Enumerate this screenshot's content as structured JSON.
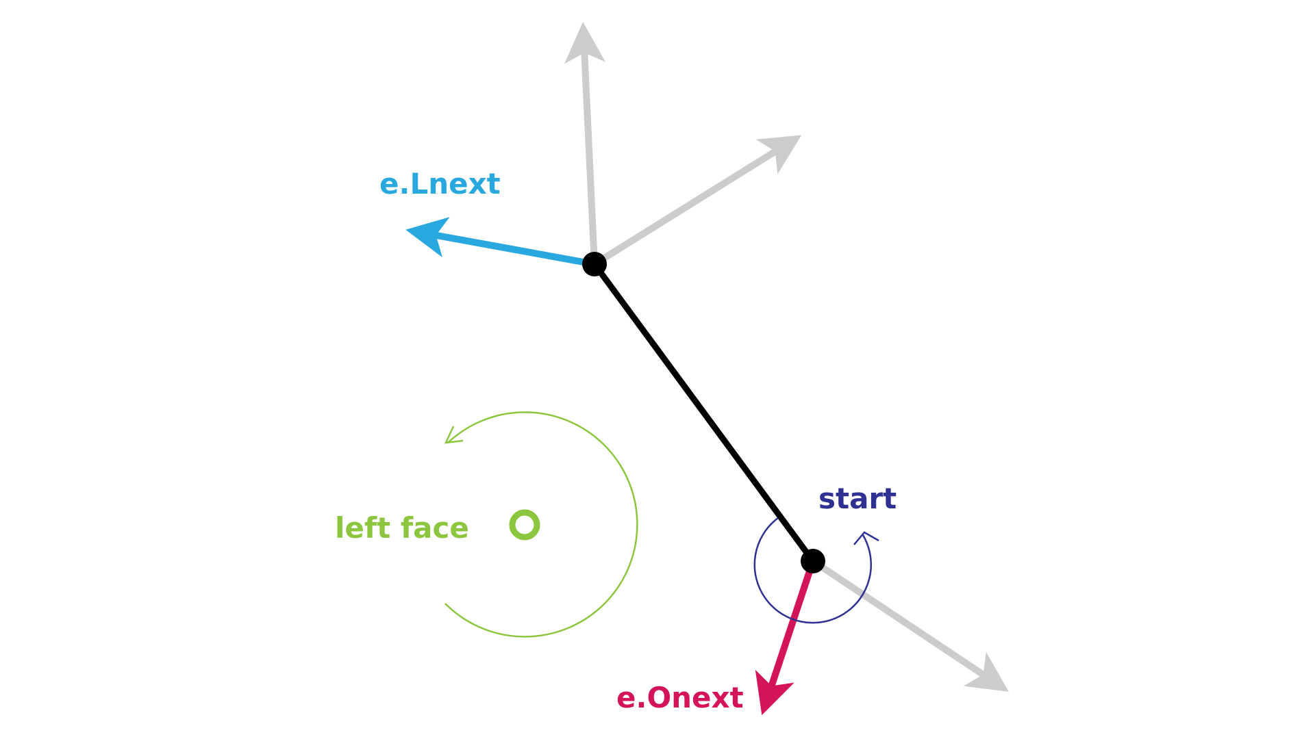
{
  "labels": {
    "lnext": "e.Lnext",
    "onext": "e.Onext",
    "start": "start",
    "left_face": "left face"
  },
  "colors": {
    "background": "#ffffff",
    "edge": "#000000",
    "vertex": "#000000",
    "neighbor_edges": "#cccccc",
    "lnext": "#29a8e0",
    "onext": "#d4145a",
    "start": "#2e3192",
    "left_face": "#8cc63f"
  }
}
